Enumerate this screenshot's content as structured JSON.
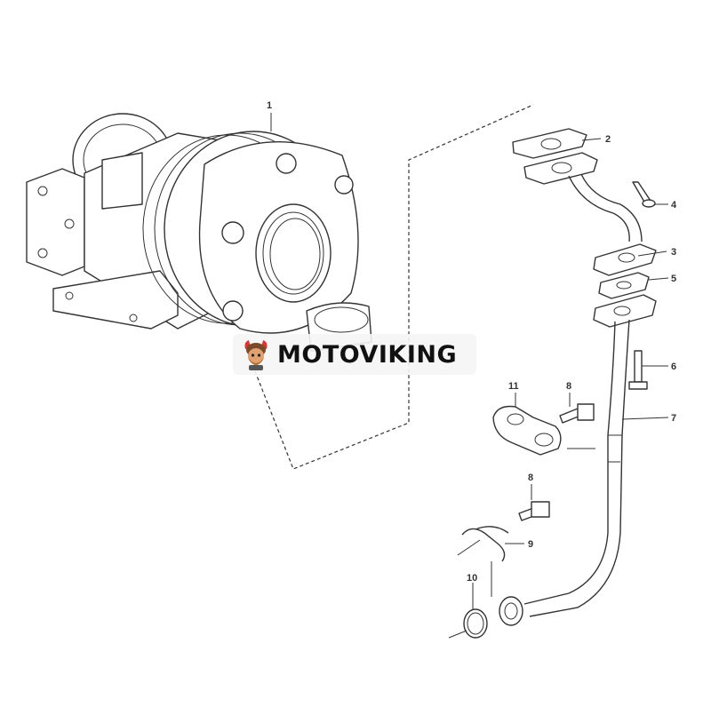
{
  "watermark": {
    "text": "MOTOVIKING",
    "icon": "viking-mascot-icon"
  },
  "callouts": [
    {
      "id": "c1",
      "label": "1"
    },
    {
      "id": "c2",
      "label": "2"
    },
    {
      "id": "c3",
      "label": "3"
    },
    {
      "id": "c4",
      "label": "4"
    },
    {
      "id": "c5",
      "label": "5"
    },
    {
      "id": "c6",
      "label": "6"
    },
    {
      "id": "c7",
      "label": "7"
    },
    {
      "id": "c8a",
      "label": "8"
    },
    {
      "id": "c8b",
      "label": "8"
    },
    {
      "id": "c9",
      "label": "9"
    },
    {
      "id": "c10",
      "label": "10"
    },
    {
      "id": "c11",
      "label": "11"
    }
  ]
}
